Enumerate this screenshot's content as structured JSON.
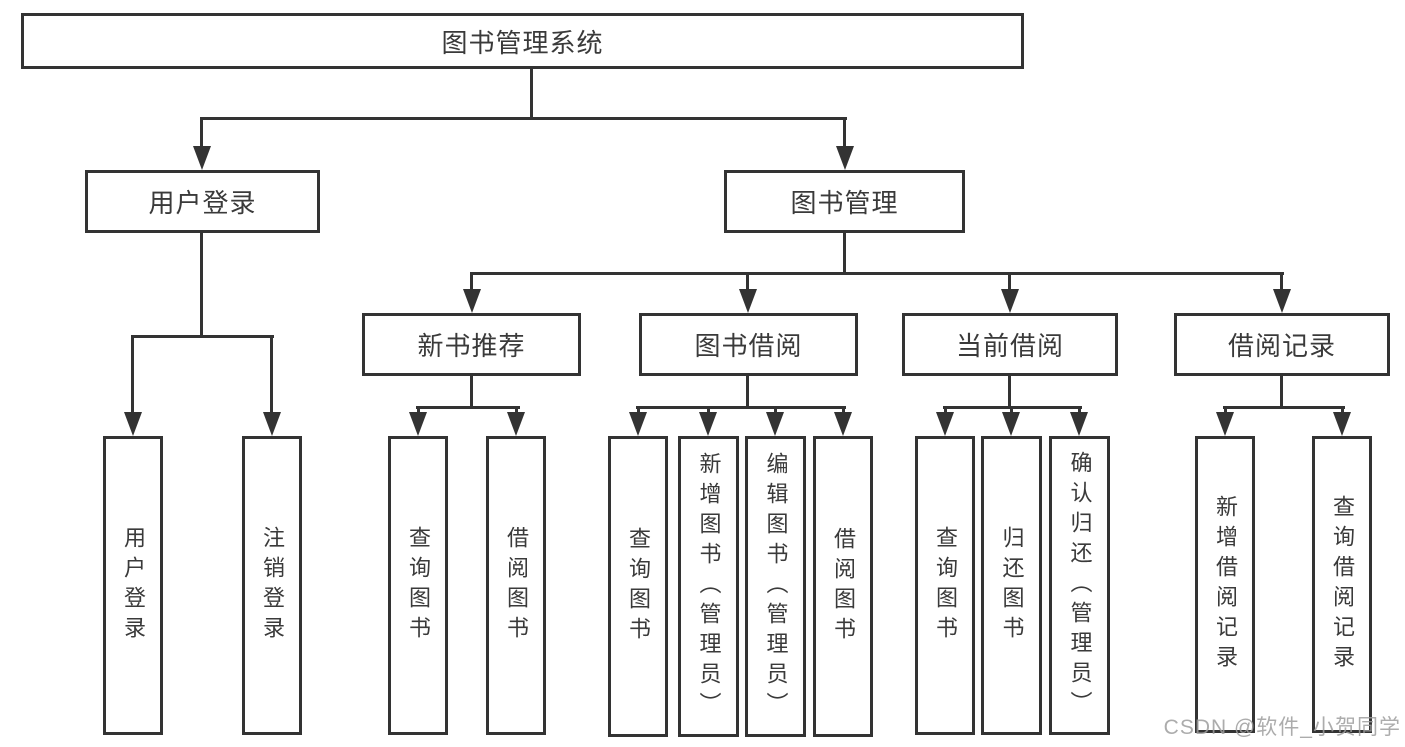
{
  "diagram": {
    "root_label": "图书管理系统",
    "branches": [
      {
        "label": "用户登录",
        "children": [
          "用户登录",
          "注销登录"
        ]
      },
      {
        "label": "图书管理",
        "groups": [
          {
            "label": "新书推荐",
            "children": [
              "查询图书",
              "借阅图书"
            ]
          },
          {
            "label": "图书借阅",
            "children": [
              "查询图书",
              "新增图书（管理员）",
              "编辑图书（管理员）",
              "借阅图书"
            ]
          },
          {
            "label": "当前借阅",
            "children": [
              "查询图书",
              "归还图书",
              "确认归还（管理员）"
            ]
          },
          {
            "label": "借阅记录",
            "children": [
              "新增借阅记录",
              "查询借阅记录"
            ]
          }
        ]
      }
    ]
  },
  "watermark": "CSDN @软件_小贺同学",
  "colors": {
    "line": "#333333",
    "text": "#3a3a3a",
    "watermark": "#9e9e9e",
    "background": "#ffffff"
  }
}
